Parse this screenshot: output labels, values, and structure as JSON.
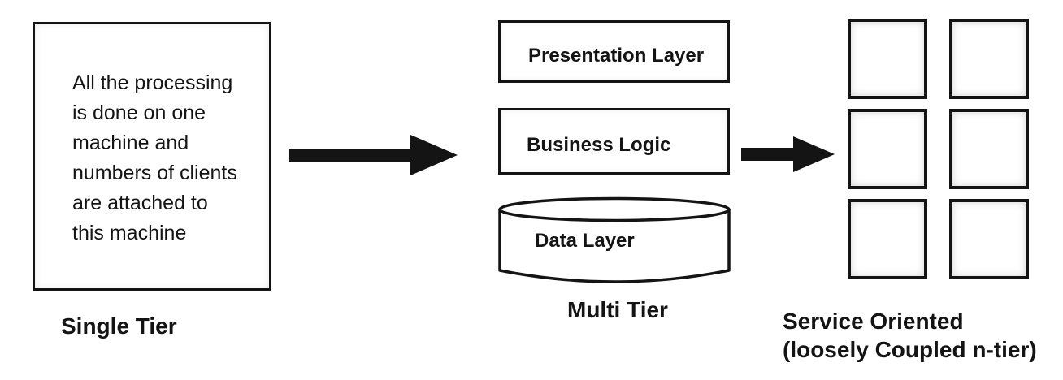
{
  "colors": {
    "ink": "#141414",
    "paper": "#ffffff"
  },
  "single_tier": {
    "text_lines": [
      "All the processing",
      "is done on one",
      "machine and",
      "numbers of clients",
      "are attached to",
      "this machine"
    ],
    "label": "Single Tier"
  },
  "arrows": [
    {
      "from": "single-tier",
      "to": "multi-tier",
      "direction": "right"
    },
    {
      "from": "multi-tier",
      "to": "service-oriented",
      "direction": "right"
    }
  ],
  "multi_tier": {
    "layers": [
      {
        "name": "Presentation Layer",
        "shape": "rectangle"
      },
      {
        "name": "Business Logic",
        "shape": "rectangle"
      },
      {
        "name": "Data Layer",
        "shape": "cylinder"
      }
    ],
    "label": "Multi Tier"
  },
  "service_oriented": {
    "service_count": 6,
    "label_lines": [
      "Service Oriented",
      "(loosely Coupled n-tier)"
    ]
  }
}
